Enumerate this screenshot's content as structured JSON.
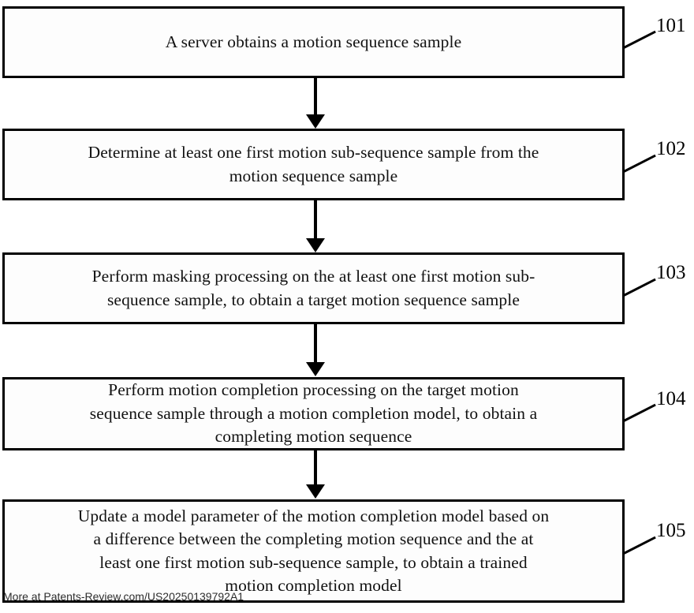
{
  "figure": {
    "type": "patent-flowchart",
    "orientation": "vertical",
    "steps": [
      {
        "ref": "101",
        "text": "A server obtains a motion sequence sample"
      },
      {
        "ref": "102",
        "text": "Determine at least one first motion sub-sequence sample from the\nmotion sequence sample"
      },
      {
        "ref": "103",
        "text": "Perform masking processing on the at least one first motion sub-\nsequence sample, to obtain a target motion sequence sample"
      },
      {
        "ref": "104",
        "text": "Perform motion completion processing on the target motion\nsequence sample through a motion completion model, to obtain a\ncompleting motion sequence"
      },
      {
        "ref": "105",
        "text": "Update a model parameter of the motion completion model based on\na difference between the completing motion sequence and the at\nleast one first motion sub-sequence sample, to obtain a trained\nmotion completion model"
      }
    ],
    "colors": {
      "box_border": "#000000",
      "box_fill": "#fdfdfd",
      "text": "#111111",
      "arrow": "#000000",
      "background": "#ffffff"
    }
  },
  "watermark": {
    "text": "More at Patents-Review.com/US20250139792A1"
  }
}
